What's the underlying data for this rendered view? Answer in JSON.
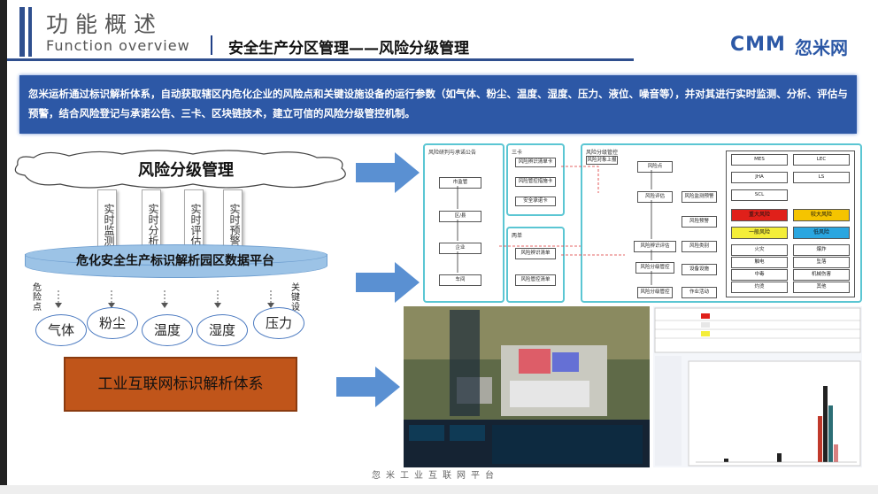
{
  "header": {
    "title_cn": "功能概述",
    "title_en": "Function overview",
    "subtitle": "安全生产分区管理——风险分级管理",
    "logo_mark": "CMM",
    "logo_text": "忽米网"
  },
  "banner": {
    "text": "忽米运析通过标识解析体系，自动获取辖区内危化企业的风险点和关键设施设备的运行参数（如气体、粉尘、温度、湿度、压力、液位、噪音等），并对其进行实时监测、分析、评估与预警，结合风险登记与承诺公告、三卡、区块链技术，建立可信的风险分级管控机制。"
  },
  "diagram": {
    "cloud_title": "风险分级管理",
    "boxes": [
      "实时监测",
      "实时分析",
      "实时评估",
      "实时预警"
    ],
    "platform": "危化安全生产标识解析园区数据平台",
    "left_label": "危险点",
    "right_label": "关键设",
    "params": [
      "气体",
      "粉尘",
      "温度",
      "湿度",
      "压力"
    ],
    "industry": "工业互联网标识解析体系"
  },
  "flow": {
    "panel1_title": "风险研判与承诺公告",
    "panel1_nodes": [
      "市监管",
      "区/县",
      "企业",
      "车间"
    ],
    "panel2_title": "三卡",
    "panel2_nodes": [
      "风险辨识清单卡",
      "风险管控措施卡",
      "安全承诺卡"
    ],
    "panel3_title": "两单",
    "panel3_nodes": [
      "风险辨识清单",
      "风险管控清单"
    ],
    "panel4_title": "风险分级管控",
    "panel4_nodes": [
      "风险对象上报",
      "风险点",
      "风险评估",
      "风险辨识评估",
      "风险分级管控",
      "风险监测预警",
      "风险预警",
      "风险类别",
      "设备设施",
      "作业活动",
      "风险分级管控"
    ],
    "methods": [
      "LEC",
      "LS",
      "MES",
      "JHA",
      "SCL"
    ],
    "levels": [
      "重大风险",
      "较大风险",
      "一般风险",
      "低风险"
    ],
    "types": [
      "火灾",
      "爆炸",
      "触电",
      "坠落",
      "中毒",
      "机械伤害",
      "灼烫",
      "其他"
    ],
    "colors": {
      "red": "#e0201a",
      "orange": "#f5c400",
      "yellow": "#f4ee39",
      "blue": "#2aa6e0"
    }
  },
  "footer": {
    "text": "忽米工业互联网平台"
  }
}
